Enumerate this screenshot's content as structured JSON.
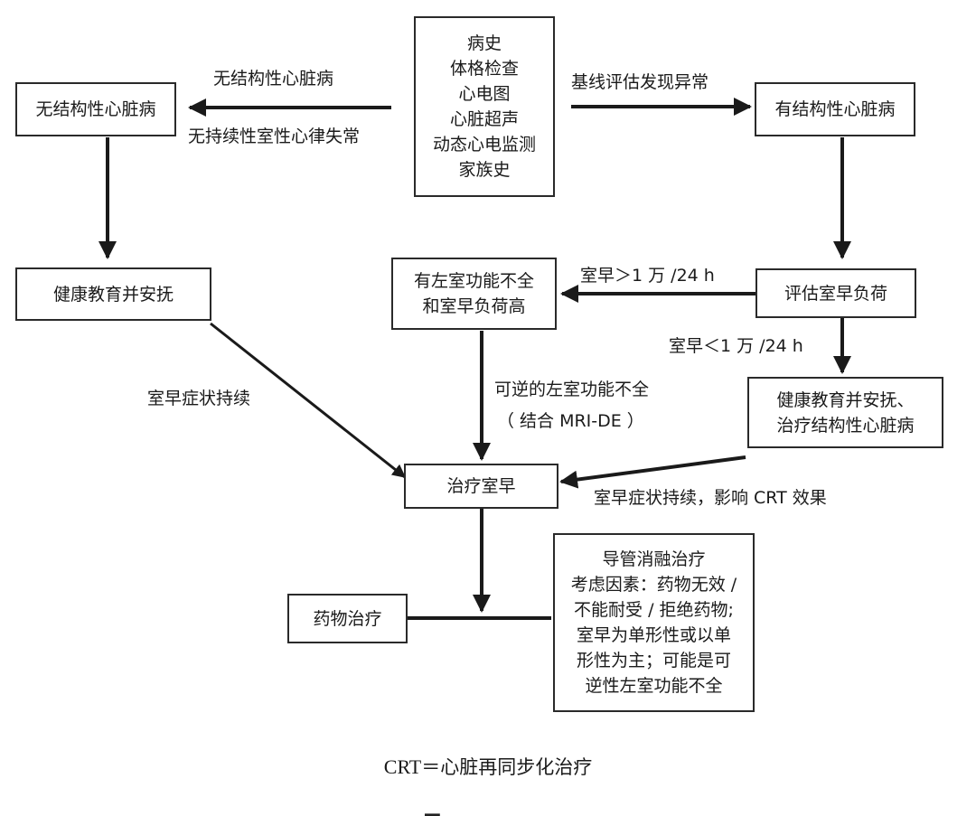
{
  "boxes": {
    "eval": [
      "病史",
      "体格检查",
      "心电图",
      "心脏超声",
      "动态心电监测",
      "家族史"
    ],
    "no_structural": [
      "无结构性心脏病"
    ],
    "structural": [
      "有结构性心脏病"
    ],
    "edu_left": [
      "健康教育并安抚"
    ],
    "assess_burden": [
      "评估室早负荷"
    ],
    "lv_dysfunction": [
      "有左室功能不全",
      "和室早负荷高"
    ],
    "edu_right": [
      "健康教育并安抚、",
      "治疗结构性心脏病"
    ],
    "treat_pvc": [
      "治疗室早"
    ],
    "drug": [
      "药物治疗"
    ],
    "ablation": [
      "导管消融治疗",
      "考虑因素：药物无效 /",
      "不能耐受 / 拒绝药物;",
      "室早为单形性或以单",
      "形性为主；可能是可",
      "逆性左室功能不全"
    ]
  },
  "labels": {
    "no_structural_top": "无结构性心脏病",
    "no_structural_bottom": "无持续性室性心律失常",
    "baseline_abnormal": "基线评估发现异常",
    "pvc_high": "室早＞1 万 /24 h",
    "pvc_low": "室早＜1 万 /24 h",
    "symptoms_persist": "室早症状持续",
    "reversible_lv": "可逆的左室功能不全",
    "with_mri": "（ 结合 MRI-DE ）",
    "symptoms_crt": "室早症状持续，影响 CRT 效果"
  },
  "caption": {
    "abbr": "CRT",
    "definition": "＝心脏再同步化治疗"
  }
}
